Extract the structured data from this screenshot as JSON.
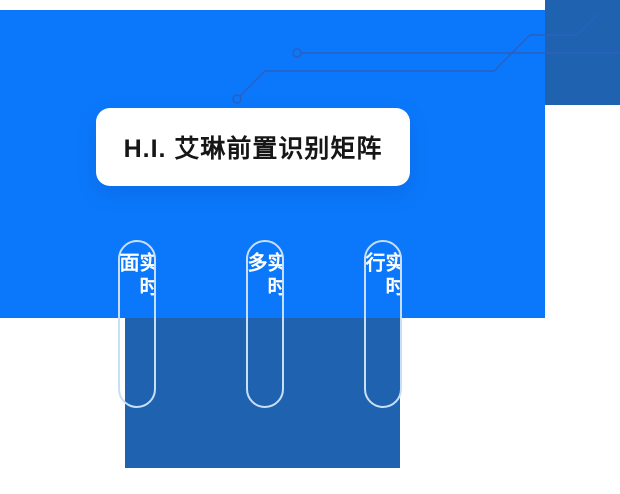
{
  "card": {
    "title": "H.I. 艾琳前置识别矩阵"
  },
  "feature_pills": [
    {
      "label": "实时面"
    },
    {
      "label": "实时多"
    },
    {
      "label": "实时行"
    }
  ],
  "colors": {
    "primary_blue": "#0b78fb",
    "dark_blue": "#1f63b0",
    "trace_blue": "#2b5fc0",
    "pill_outline": "#c9dff8",
    "card_background": "#ffffff",
    "title_text": "#161616",
    "pill_text": "#ffffff"
  }
}
